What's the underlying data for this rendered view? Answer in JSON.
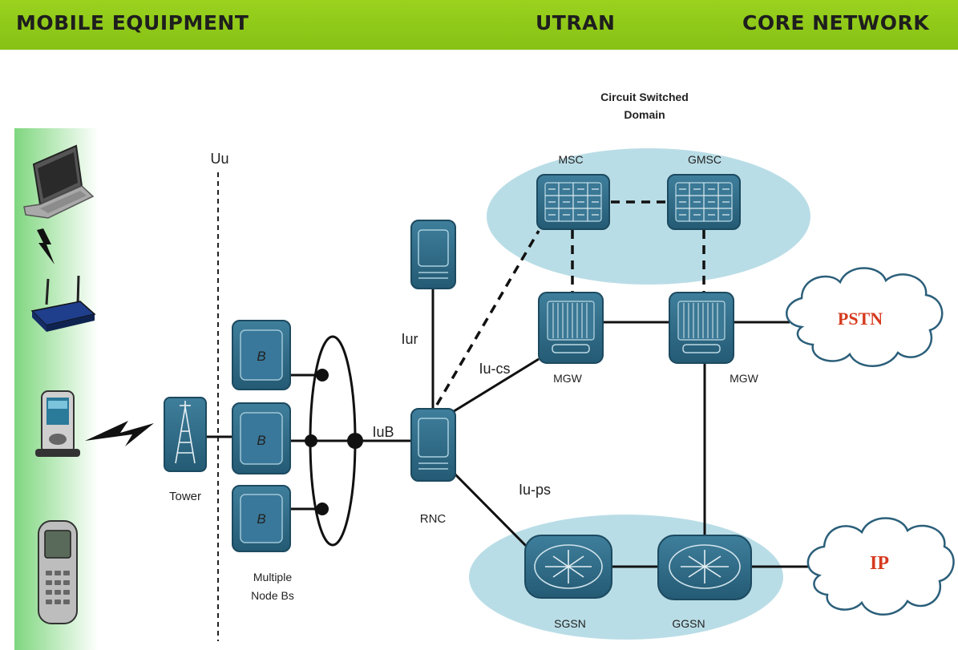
{
  "header": {
    "mobile_equipment": "MOBILE EQUIPMENT",
    "utran": "UTRAN",
    "core_network": "CORE NETWORK"
  },
  "labels": {
    "uu": "Uu",
    "tower": "Tower",
    "node_b_letter": "B",
    "multiple_node_bs_line1": "Multiple",
    "multiple_node_bs_line2": "Node Bs",
    "iub": "IuB",
    "rnc": "RNC",
    "iur": "Iur",
    "iu_cs": "Iu-cs",
    "iu_ps": "Iu-ps",
    "circuit_switched_line1": "Circuit Switched",
    "circuit_switched_line2": "Domain",
    "msc": "MSC",
    "gmsc": "GMSC",
    "mgw_1": "MGW",
    "mgw_2": "MGW",
    "sgsn": "SGSN",
    "ggsn": "GGSN",
    "pstn": "PSTN",
    "ip": "IP"
  },
  "colors": {
    "header_green": "#8cc63f",
    "node_blue": "#2d6a87",
    "domain_ellipse": "#b7dde6",
    "cloud_text": "#d63a1e"
  }
}
